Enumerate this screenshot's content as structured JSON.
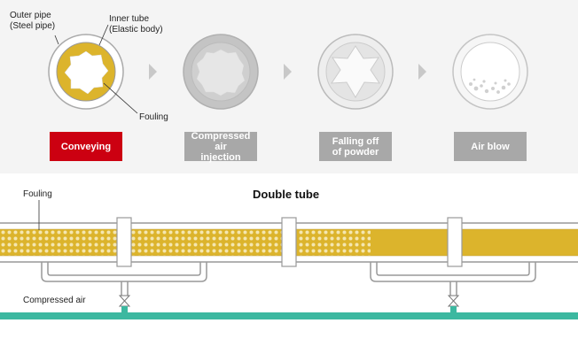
{
  "labels": {
    "outer_pipe": "Outer pipe",
    "outer_pipe_sub": "(Steel pipe)",
    "inner_tube": "Inner tube",
    "inner_tube_sub": "(Elastic body)",
    "fouling_top": "Fouling",
    "fouling_bottom": "Fouling",
    "compressed_air": "Compressed air",
    "double_tube": "Double tube"
  },
  "stages": [
    {
      "line1": "Conveying",
      "line2": "",
      "state": "active"
    },
    {
      "line1": "Compressed air",
      "line2": "injection",
      "state": "inactive"
    },
    {
      "line1": "Falling off",
      "line2": "of powder",
      "state": "inactive"
    },
    {
      "line1": "Air blow",
      "line2": "",
      "state": "inactive"
    }
  ],
  "colors": {
    "fouling_yellow": "#dcb42c",
    "dot_light": "#f4e6b0",
    "active_red": "#cc0011",
    "inactive_gray": "#a8a8a8",
    "air_line": "#3cb8a0",
    "pipe_outline": "#999999"
  },
  "icons": [
    "arrow-right-icon",
    "valve-icon"
  ]
}
